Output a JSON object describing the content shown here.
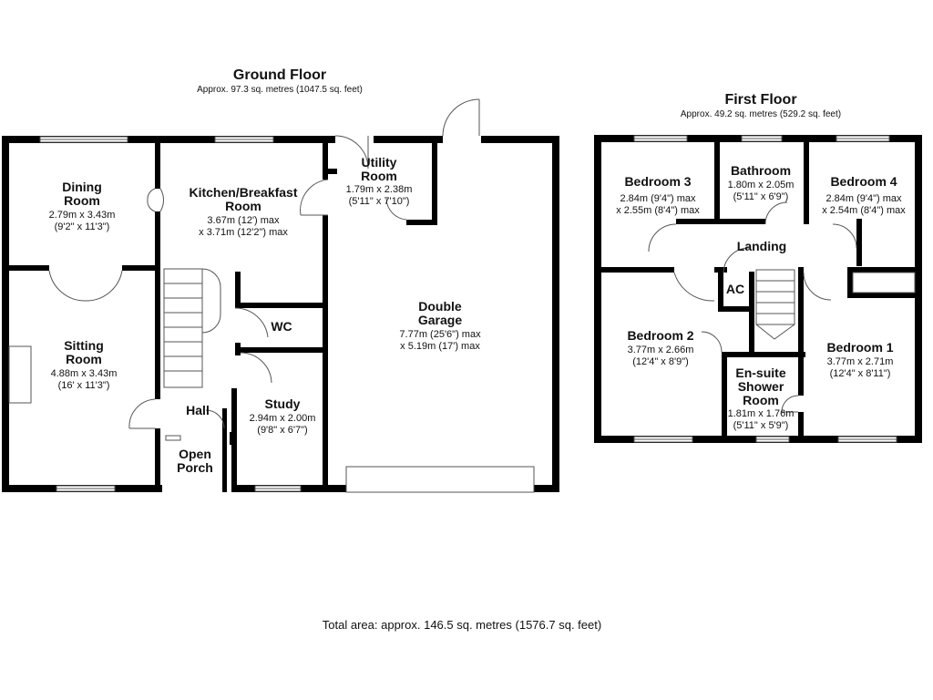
{
  "ground_floor": {
    "title": "Ground Floor",
    "area": "Approx. 97.3 sq. metres (1047.5 sq. feet)",
    "rooms": {
      "dining": {
        "name": [
          "Dining",
          "Room"
        ],
        "dims": [
          "2.79m x 3.43m",
          "(9'2\" x 11'3\")"
        ]
      },
      "kitchen": {
        "name": [
          "Kitchen/Breakfast",
          "Room"
        ],
        "dims": [
          "3.67m (12') max",
          "x 3.71m (12'2\") max"
        ]
      },
      "utility": {
        "name": [
          "Utility",
          "Room"
        ],
        "dims": [
          "1.79m x 2.38m",
          "(5'11\" x 7'10\")"
        ]
      },
      "sitting": {
        "name": [
          "Sitting",
          "Room"
        ],
        "dims": [
          "4.88m x 3.43m",
          "(16' x 11'3\")"
        ]
      },
      "wc": {
        "name": [
          "WC"
        ],
        "dims": []
      },
      "garage": {
        "name": [
          "Double",
          "Garage"
        ],
        "dims": [
          "7.77m (25'6\") max",
          "x 5.19m (17') max"
        ]
      },
      "hall": {
        "name": [
          "Hall"
        ],
        "dims": []
      },
      "study": {
        "name": [
          "Study"
        ],
        "dims": [
          "2.94m x 2.00m",
          "(9'8\" x 6'7\")"
        ]
      },
      "porch": {
        "name": [
          "Open",
          "Porch"
        ],
        "dims": []
      }
    }
  },
  "first_floor": {
    "title": "First Floor",
    "area": "Approx. 49.2 sq. metres (529.2 sq. feet)",
    "rooms": {
      "bedroom3": {
        "name": [
          "Bedroom 3"
        ],
        "dims": [
          "2.84m (9'4\") max",
          "x 2.55m (8'4\") max"
        ]
      },
      "bathroom": {
        "name": [
          "Bathroom"
        ],
        "dims": [
          "1.80m x 2.05m",
          "(5'11\" x 6'9\")"
        ]
      },
      "bedroom4": {
        "name": [
          "Bedroom 4"
        ],
        "dims": [
          "2.84m (9'4\") max",
          "x 2.54m (8'4\") max"
        ]
      },
      "landing": {
        "name": [
          "Landing"
        ],
        "dims": []
      },
      "ac": {
        "name": [
          "AC"
        ],
        "dims": []
      },
      "bedroom2": {
        "name": [
          "Bedroom 2"
        ],
        "dims": [
          "3.77m x 2.66m",
          "(12'4\" x 8'9\")"
        ]
      },
      "ensuite": {
        "name": [
          "En-suite",
          "Shower",
          "Room"
        ],
        "dims": [
          "1.81m x 1.76m",
          "(5'11\" x 5'9\")"
        ]
      },
      "bedroom1": {
        "name": [
          "Bedroom 1"
        ],
        "dims": [
          "3.77m x 2.71m",
          "(12'4\" x 8'11\")"
        ]
      }
    }
  },
  "total_area": "Total area: approx. 146.5 sq. metres (1576.7 sq. feet)"
}
